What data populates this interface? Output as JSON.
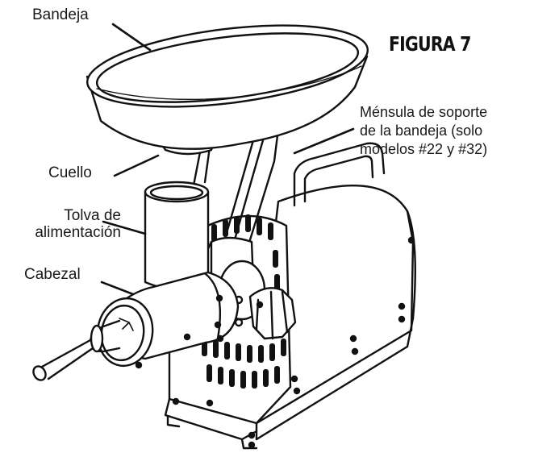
{
  "figure": {
    "title": "FIGURA 7"
  },
  "labels": {
    "bandeja": "Bandeja",
    "cuello": "Cuello",
    "tolva_line1": "Tolva de",
    "tolva_line2": "alimentación",
    "cabezal": "Cabezal",
    "mensula_line1": "Ménsula de soporte",
    "mensula_line2": "de la bandeja (solo",
    "mensula_line3": "modelos #22 y #32)"
  }
}
